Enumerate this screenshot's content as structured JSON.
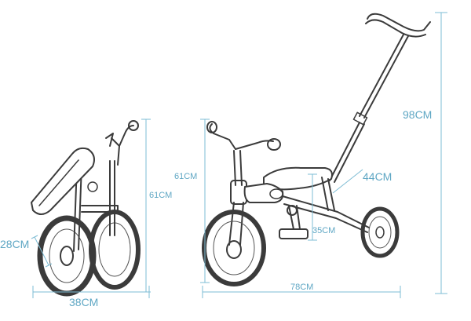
{
  "dimensions": {
    "folded_height": "61CM",
    "folded_wheel": "28CM",
    "folded_width": "38CM",
    "bike_height": "61CM",
    "seat_height": "35CM",
    "seat_length": "44CM",
    "total_length": "78CM",
    "push_height": "98CM"
  },
  "colors": {
    "dimension": "#5fa7c4",
    "line_art": "#3b3b3b"
  }
}
